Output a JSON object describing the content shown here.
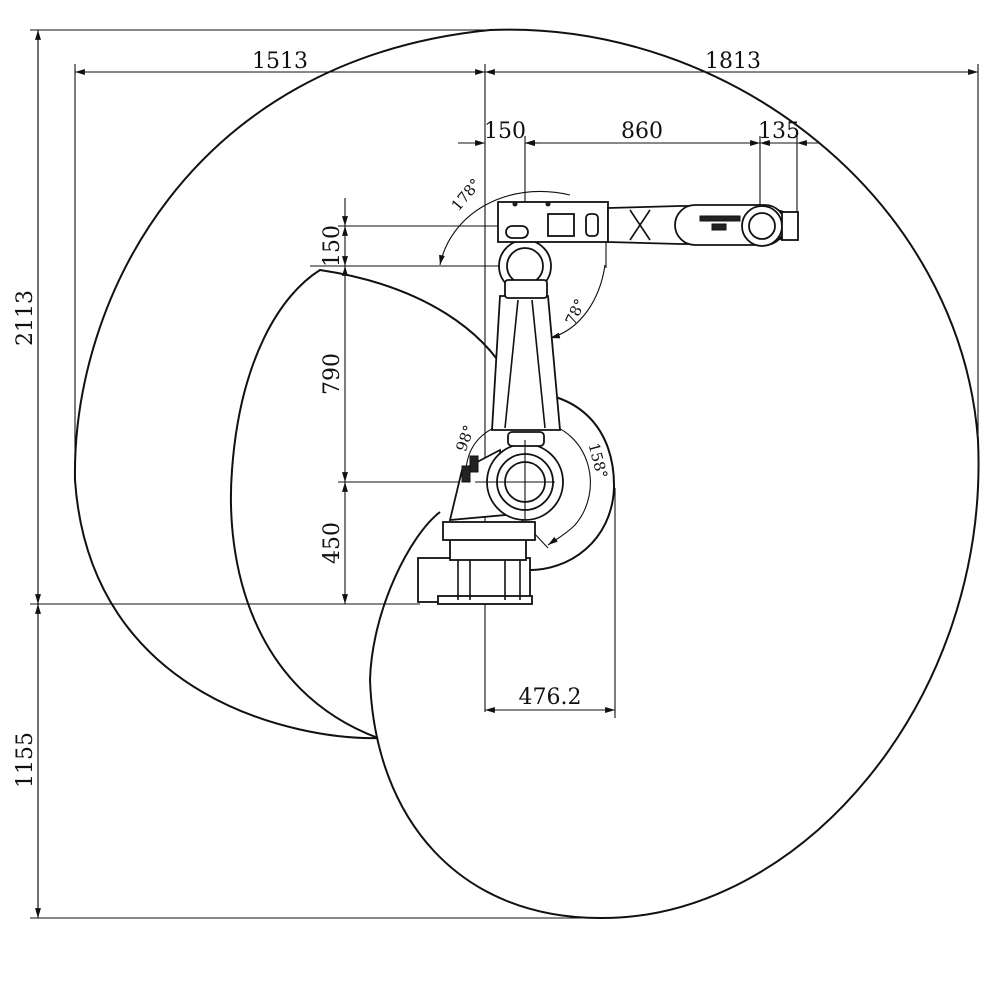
{
  "dimensions": {
    "total_height": "2113",
    "left_reach": "1513",
    "right_reach": "1813",
    "offset_150_top": "150",
    "upper_arm": "860",
    "tool_135": "135",
    "vertical_150": "150",
    "lower_arm": "790",
    "base_height": "450",
    "below_base": "1155",
    "inner_radius": "476.2"
  },
  "angles": {
    "axis5_upper": "178°",
    "axis5_lower": "78°",
    "axis3_upper": "98°",
    "axis3_lower": "158°"
  },
  "colors": {
    "stroke": "#111111",
    "background": "#ffffff"
  }
}
